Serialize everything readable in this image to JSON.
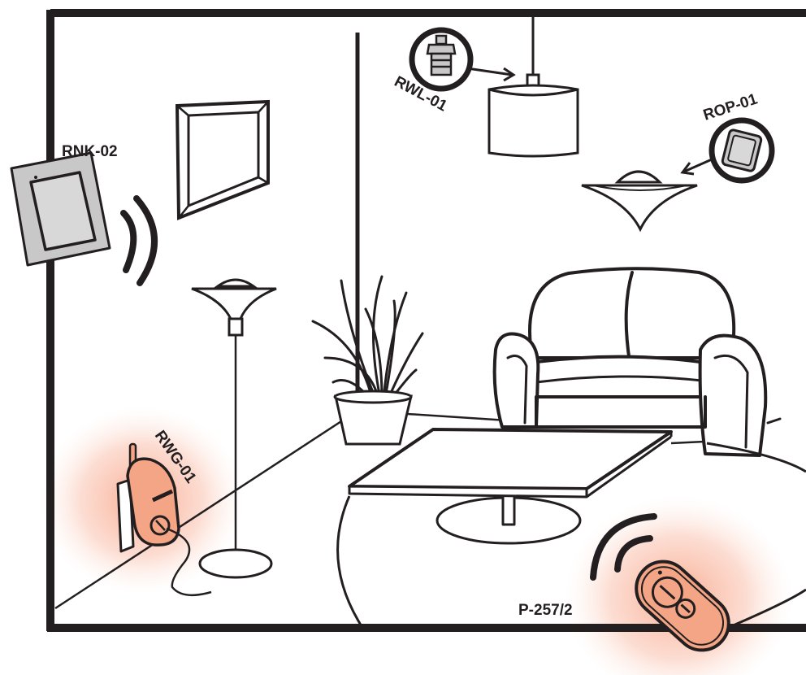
{
  "diagram": {
    "devices": {
      "rnk": {
        "label": "RNK-02"
      },
      "rwl": {
        "label": "RWL-01"
      },
      "rop": {
        "label": "ROP-01"
      },
      "rwg": {
        "label": "RWG-01"
      },
      "remote": {
        "label": "P-257/2"
      }
    },
    "colors": {
      "outline": "#231f20",
      "device_fill": "#f4a585",
      "glow": "#f9b29a",
      "panel_fill": "#c8c8c8",
      "background": "#ffffff"
    }
  }
}
